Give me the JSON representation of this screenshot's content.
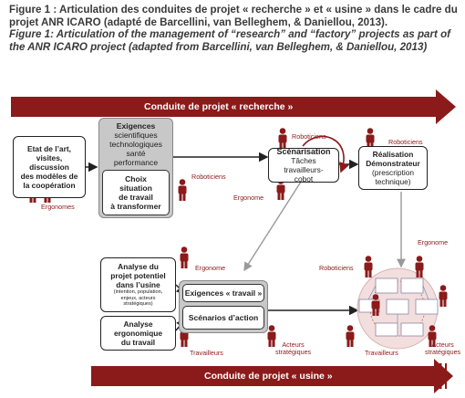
{
  "caption": {
    "fr": "Figure 1 : Articulation des conduites de projet « recherche » et « usine » dans le cadre du projet ANR ICARO (adapté de Barcellini, van Belleghem, & Daniellou, 2013).",
    "en": "Figure 1: Articulation of the management of “research” and “factory” projects as part of the ANR ICARO project (adapted from Barcellini, van Belleghem, & Daniellou, 2013)"
  },
  "colors": {
    "banner": "#8b1a1a",
    "person": "#8b1a1a",
    "label": "#8b1a1a",
    "grey_panel": "#c8c8c8"
  },
  "banners": {
    "top": "Conduite de projet « recherche »",
    "bottom": "Conduite de projet « usine »"
  },
  "research": {
    "state_of_art": [
      "Etat de l’art,",
      "visites,",
      "discussion",
      "des modèles de",
      "la coopération"
    ],
    "requirements_title": "Exigences",
    "requirements_lines": [
      "scientifiques",
      "technologiques",
      "santé",
      "performance"
    ],
    "choice_lines": [
      "Choix",
      "situation",
      "de travail",
      "à transformer"
    ],
    "scenario_title": "Scénarisation",
    "scenario_sub": [
      "Tâches travailleurs-",
      "cobot"
    ],
    "demo_title": [
      "Réalisation",
      "Démonstrateur"
    ],
    "demo_sub": [
      "(prescription",
      "technique)"
    ]
  },
  "factory": {
    "analysis_title": [
      "Analyse du",
      "projet potentiel",
      "dans l’usine"
    ],
    "analysis_sub": [
      "(intention, population,",
      "enjeux, acteurs",
      "stratégiques)"
    ],
    "ergonomic_analysis": [
      "Analyse",
      "ergonomique",
      "du travail"
    ],
    "work_requirements": "Exigences « travail »",
    "action_scenarios": "Scénarios d’action"
  },
  "labels": {
    "ergonomes": "Ergonomes",
    "roboticiens_choice": "Roboticiens",
    "roboticiens_scen": "Roboticiens",
    "roboticiens_demo": "Roboticiens",
    "ergonome_scen": "Ergonome",
    "ergonome_factory": "Ergonome",
    "ergonome_right": "Ergonome",
    "roboticiens_right": "Roboticiens",
    "travailleurs_left": "Travailleurs",
    "acteurs_left": [
      "Acteurs",
      "stratégiques"
    ],
    "travailleurs_right": "Travailleurs",
    "acteurs_right": [
      "Acteurs",
      "stratégiques"
    ]
  }
}
